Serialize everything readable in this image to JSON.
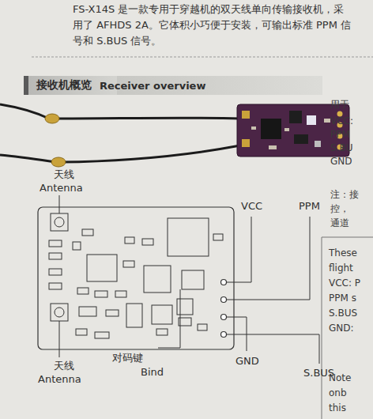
{
  "diagram": {
    "nodes": [
      {
        "text": [
          "接收机概览",
          "Receiver overview"
        ]
      }
    ],
    "labels": [
      "FS-X14S 是一款专用于穿越机的双天线单向传输接收机，采用了 AFHDS 2A。它体积小巧便于安装，可输出标准 PPM 信号和 S.BUS 信号。",
      "天线",
      "Antenna",
      "VCC",
      "PPM",
      "天线",
      "Antenna",
      "对码键",
      "Bind",
      "GND",
      "S.BUS",
      "用于",
      "VCC:",
      "PPM",
      "S.BU",
      "GND",
      "注：接",
      "控，",
      "通道",
      "These",
      "flight",
      "VCC: P",
      "PPM s",
      "S.BUS",
      "GND:",
      "Note",
      "onb",
      "this"
    ]
  }
}
